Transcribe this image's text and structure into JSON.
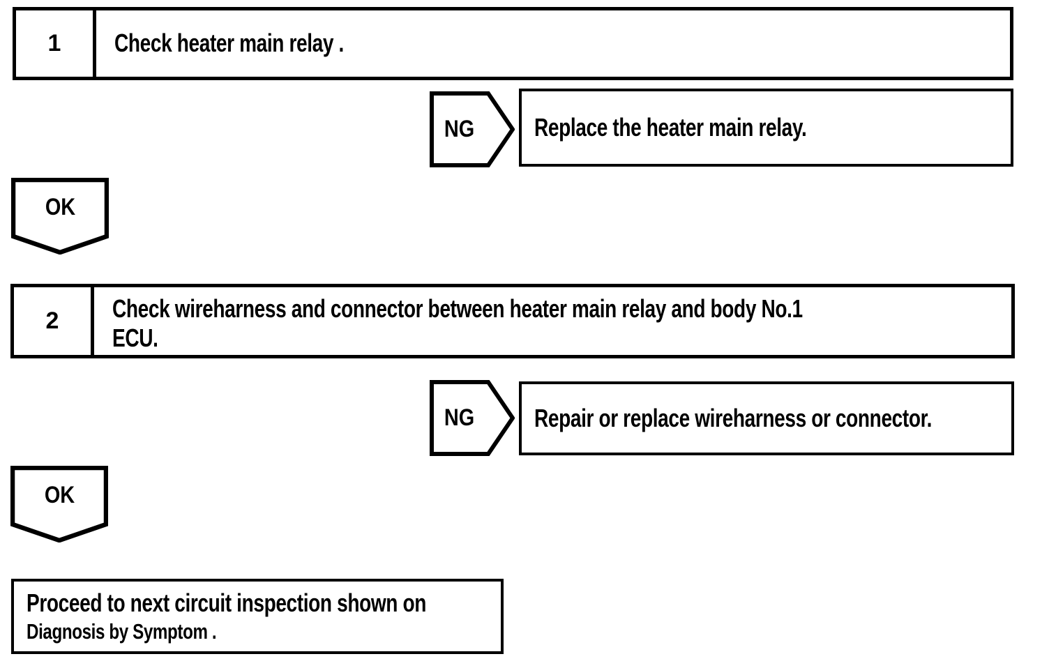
{
  "page": {
    "background_color": "#ffffff",
    "ink_color": "#000000"
  },
  "flowchart": {
    "ok_label": "OK",
    "ng_label": "NG",
    "steps": [
      {
        "number": "1",
        "instruction_lines": [
          "Check heater main relay ."
        ],
        "ng_result": "Replace the heater main relay."
      },
      {
        "number": "2",
        "instruction_lines": [
          "Check wireharness and connector between heater main relay and body No.1",
          "ECU."
        ],
        "ng_result": "Repair or replace wireharness or connector."
      }
    ],
    "final_box_lines": [
      "Proceed to next circuit inspection shown on",
      "Diagnosis by Symptom ."
    ]
  }
}
